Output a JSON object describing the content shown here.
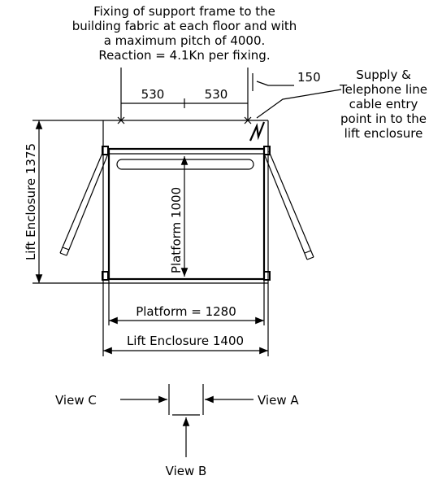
{
  "note_fixing": [
    "Fixing of support frame to the",
    "building fabric at each floor and with",
    "a maximum pitch of 4000.",
    "Reaction = 4.1Kn per fixing."
  ],
  "note_supply": [
    "Supply &",
    "Telephone line",
    "cable entry",
    "point in to the",
    "lift enclosure"
  ],
  "dimensions": {
    "d530_left": "530",
    "d530_right": "530",
    "d150": "150",
    "lift_enclosure_height": "Lift  Enclosure 1375",
    "platform_depth": "Platform 1000",
    "platform_width": "Platform = 1280",
    "lift_enclosure_width": "Lift Enclosure 1400"
  },
  "views": {
    "view_c": "View  C",
    "view_a": "View  A",
    "view_b": "View  B"
  }
}
